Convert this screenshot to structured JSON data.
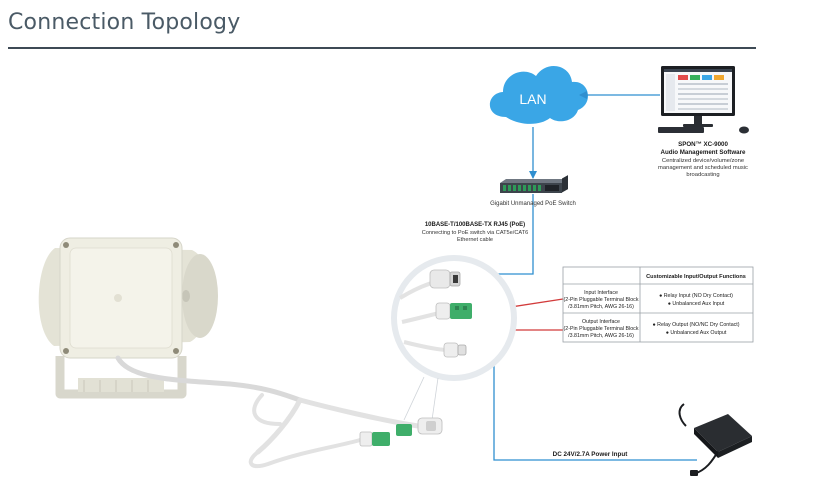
{
  "page": {
    "title": "Connection Topology"
  },
  "diagram": {
    "lan_label": "LAN",
    "software": {
      "name": "SPON™ XC-9000",
      "subtitle": "Audio Management Software",
      "desc_line1": "Centralized device/volume/zone",
      "desc_line2": "management and scheduled music",
      "desc_line3": "broadcasting"
    },
    "switch_label": "Gigabit Unmanaged PoE Switch",
    "rj45": {
      "title": "10BASE-T/100BASE-TX RJ45 (PoE)",
      "line1": "Connecting to PoE switch via CAT5e/CAT6",
      "line2": "Ethernet cable"
    },
    "io_table": {
      "header": "Customizable Input/Output Functions",
      "rows": [
        {
          "iface_line1": "Input Interface",
          "iface_line2": "(2-Pin Pluggable Terminal Block",
          "iface_line3": "/3.81mm Pitch, AWG 26-16)",
          "func_line1": "● Relay Input (NO Dry Contact)",
          "func_line2": "● Unbalanced Aux Input"
        },
        {
          "iface_line1": "Output Interface",
          "iface_line2": "(2-Pin Pluggable Terminal Block",
          "iface_line3": "/3.81mm Pitch, AWG 26-16)",
          "func_line1": "● Relay Output (NO/NC Dry Contact)",
          "func_line2": "● Unbalanced Aux Output"
        }
      ]
    },
    "power_label": "DC 24V/2.7A Power Input"
  },
  "colors": {
    "title": "#4a5a66",
    "rule": "#3e4a55",
    "lan_blue": "#3aa6e6",
    "link_blue": "#2f8fd0",
    "arrow_red": "#d23b3b",
    "switch_green": "#2e9a58",
    "connector_green": "#3fae6a",
    "speaker_body": "#ecebdf",
    "ring": "#e9ecef"
  }
}
